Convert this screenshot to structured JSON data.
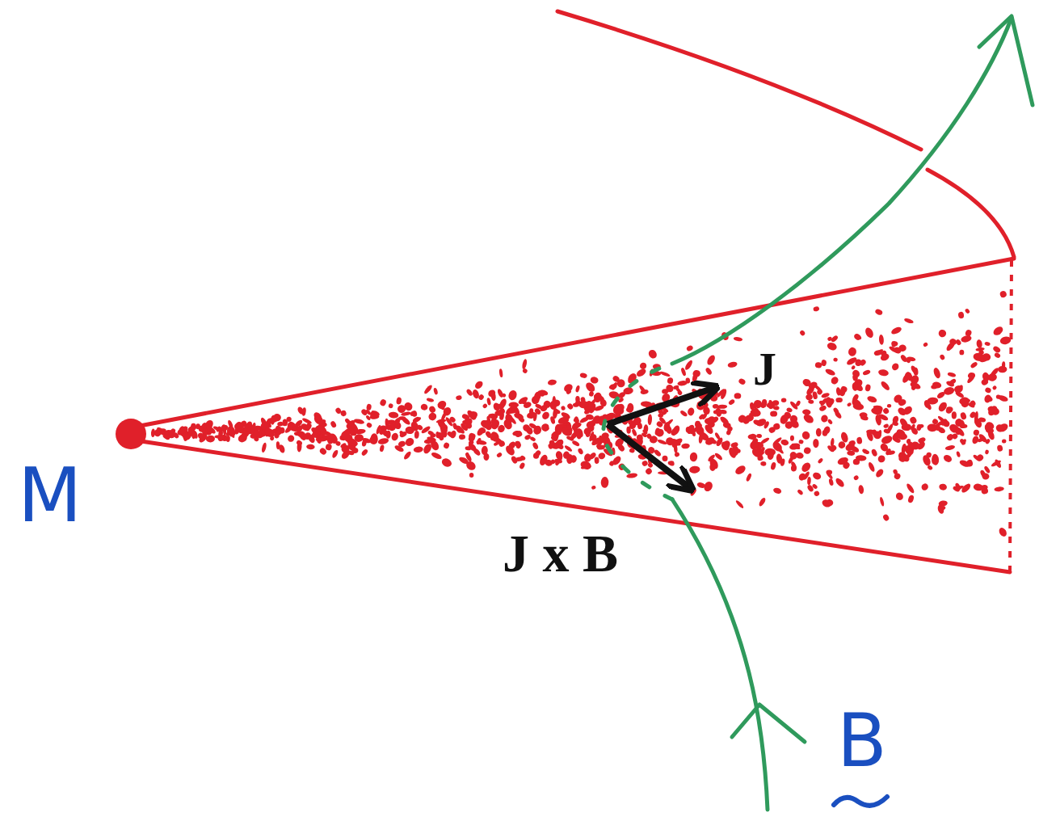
{
  "diagram": {
    "labels": [
      "M",
      "J",
      "J x B",
      "B"
    ]
  }
}
